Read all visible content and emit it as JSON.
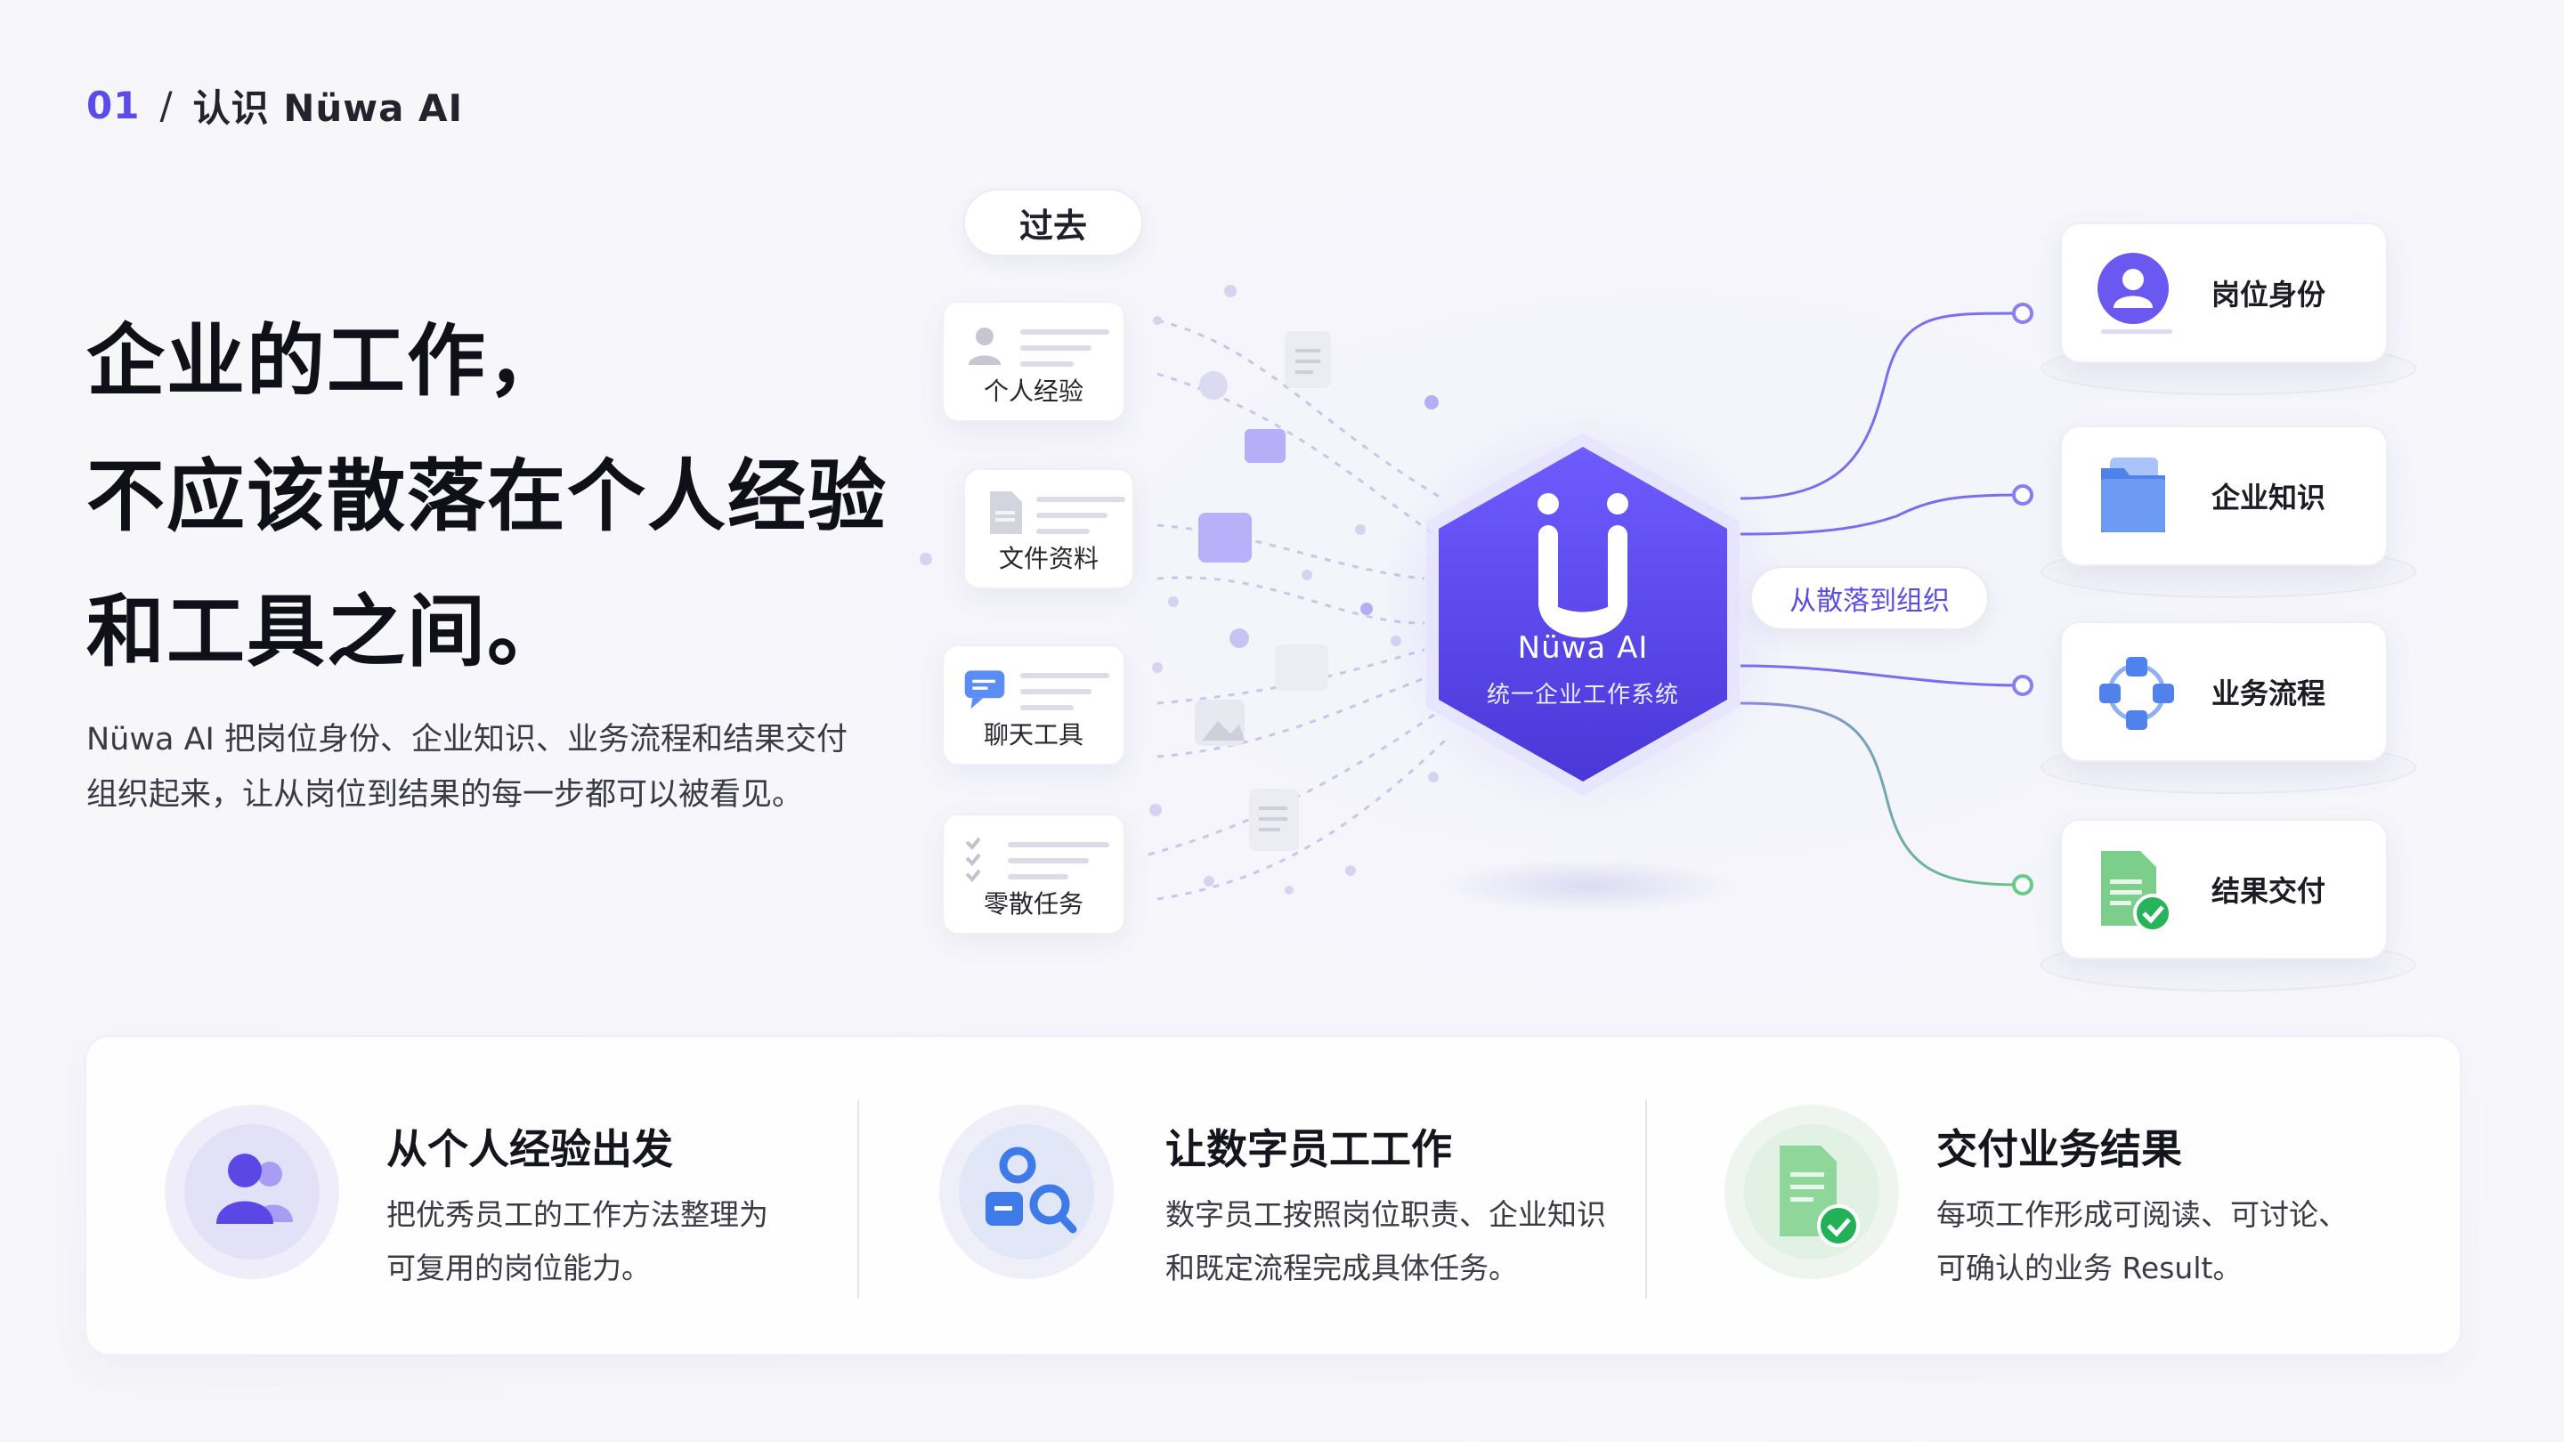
{
  "header": {
    "number": "01",
    "separator": "/",
    "title": "认识 Nüwa AI"
  },
  "headline": {
    "line1": "企业的工作，",
    "line2": "不应该散落在个人经验",
    "line3": "和工具之间。"
  },
  "intro": {
    "line1": "Nüwa AI 把岗位身份、企业知识、业务流程和结果交付",
    "line2": "组织起来，让从岗位到结果的每一步都可以被看见。"
  },
  "diagram": {
    "past_label": "过去",
    "sources": [
      {
        "label": "个人经验",
        "icon": "person-icon"
      },
      {
        "label": "文件资料",
        "icon": "document-icon"
      },
      {
        "label": "聊天工具",
        "icon": "chat-bubble-icon"
      },
      {
        "label": "零散任务",
        "icon": "checklist-icon"
      }
    ],
    "hub": {
      "title": "Nüwa AI",
      "subtitle": "统一企业工作系统",
      "logo_icon": "u-logo-icon"
    },
    "flow_label": "从散落到组织",
    "outputs": [
      {
        "label": "岗位身份",
        "icon": "avatar-icon"
      },
      {
        "label": "企业知识",
        "icon": "folder-icon"
      },
      {
        "label": "业务流程",
        "icon": "workflow-icon"
      },
      {
        "label": "结果交付",
        "icon": "checked-document-icon"
      }
    ]
  },
  "features": [
    {
      "title": "从个人经验出发",
      "desc1": "把优秀员工的工作方法整理为",
      "desc2": "可复用的岗位能力。",
      "icon": "people-icon"
    },
    {
      "title": "让数字员工工作",
      "desc1": "数字员工按照岗位职责、企业知识",
      "desc2": "和既定流程完成具体任务。",
      "icon": "digital-worker-search-icon"
    },
    {
      "title": "交付业务结果",
      "desc1": "每项工作形成可阅读、可讨论、",
      "desc2": "可确认的业务 Result。",
      "icon": "result-document-icon"
    }
  ],
  "colors": {
    "accent": "#5b4bea",
    "green": "#48c46a",
    "text": "#15151d"
  }
}
